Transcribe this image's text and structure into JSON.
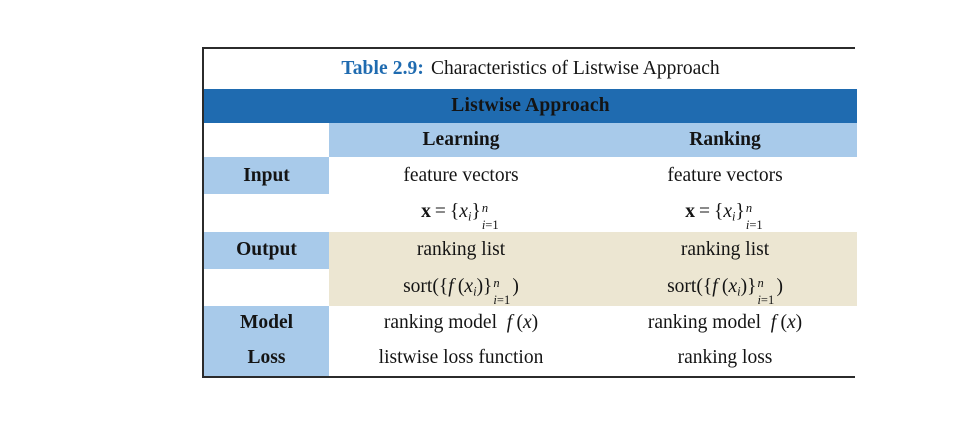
{
  "caption": {
    "number_label": "Table 2.9:",
    "title": "Characteristics of Listwise Approach",
    "number_color": "#1f6bb0"
  },
  "banner": {
    "label": "Listwise Approach",
    "background": "#1f6bb0",
    "text_color": "#f2ecda"
  },
  "colors": {
    "header_blue": "#1f6bb0",
    "light_blue": "#a8caea",
    "cream": "#ece6d2",
    "white": "#ffffff",
    "border": "#2b2b2b",
    "text": "#141414"
  },
  "columns": {
    "blank": "",
    "learning": "Learning",
    "ranking": "Ranking"
  },
  "rows": {
    "input": {
      "label": "Input",
      "learning_line1": "feature vectors",
      "ranking_line1": "feature vectors",
      "learning_line2_math": "x = {x_i}^n_{i=1}",
      "ranking_line2_math": "x = {x_i}^n_{i=1}"
    },
    "output": {
      "label": "Output",
      "learning_line1": "ranking list",
      "ranking_line1": "ranking list",
      "learning_line2_math": "sort({f(x_i)}^n_{i=1})",
      "ranking_line2_math": "sort({f(x_i)}^n_{i=1})"
    },
    "model": {
      "label": "Model",
      "learning_text": "ranking model",
      "learning_math": "f(x)",
      "ranking_text": "ranking model",
      "ranking_math": "f(x)"
    },
    "loss": {
      "label": "Loss",
      "learning": "listwise loss function",
      "ranking": "ranking loss"
    }
  },
  "math_tokens": {
    "bold_x": "x",
    "equals": "=",
    "open_brace": "{",
    "close_brace": "}",
    "italic_x": "x",
    "sub_i": "i",
    "sup_n": "n",
    "sub_i_eq_1": "i=1",
    "sort": "sort",
    "open_paren": "(",
    "close_paren": ")",
    "italic_f": "f"
  }
}
